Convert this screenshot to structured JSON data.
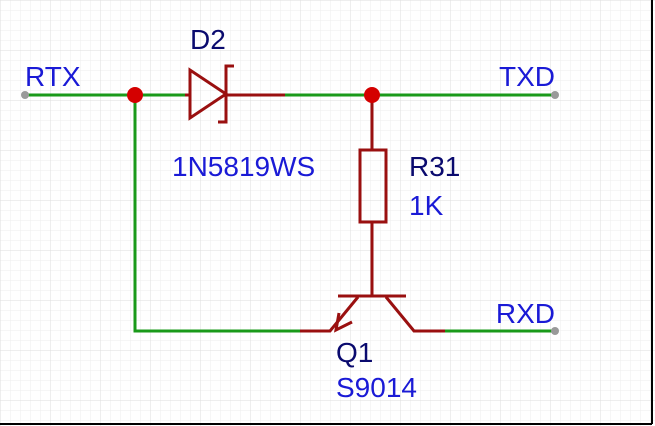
{
  "nets": {
    "rtx": "RTX",
    "txd": "TXD",
    "rxd": "RXD"
  },
  "components": {
    "diode": {
      "ref": "D2",
      "value": "1N5819WS"
    },
    "resistor": {
      "ref": "R31",
      "value": "1K"
    },
    "transistor": {
      "ref": "Q1",
      "value": "S9014"
    }
  },
  "colors": {
    "wire": "#1a9a1a",
    "component": "#9a1010",
    "junction": "#d40000",
    "net_label": "#1a1ad6",
    "ref_label": "#0a0a6e",
    "grid": "#e6e6e6",
    "pin_end": "#999999"
  }
}
